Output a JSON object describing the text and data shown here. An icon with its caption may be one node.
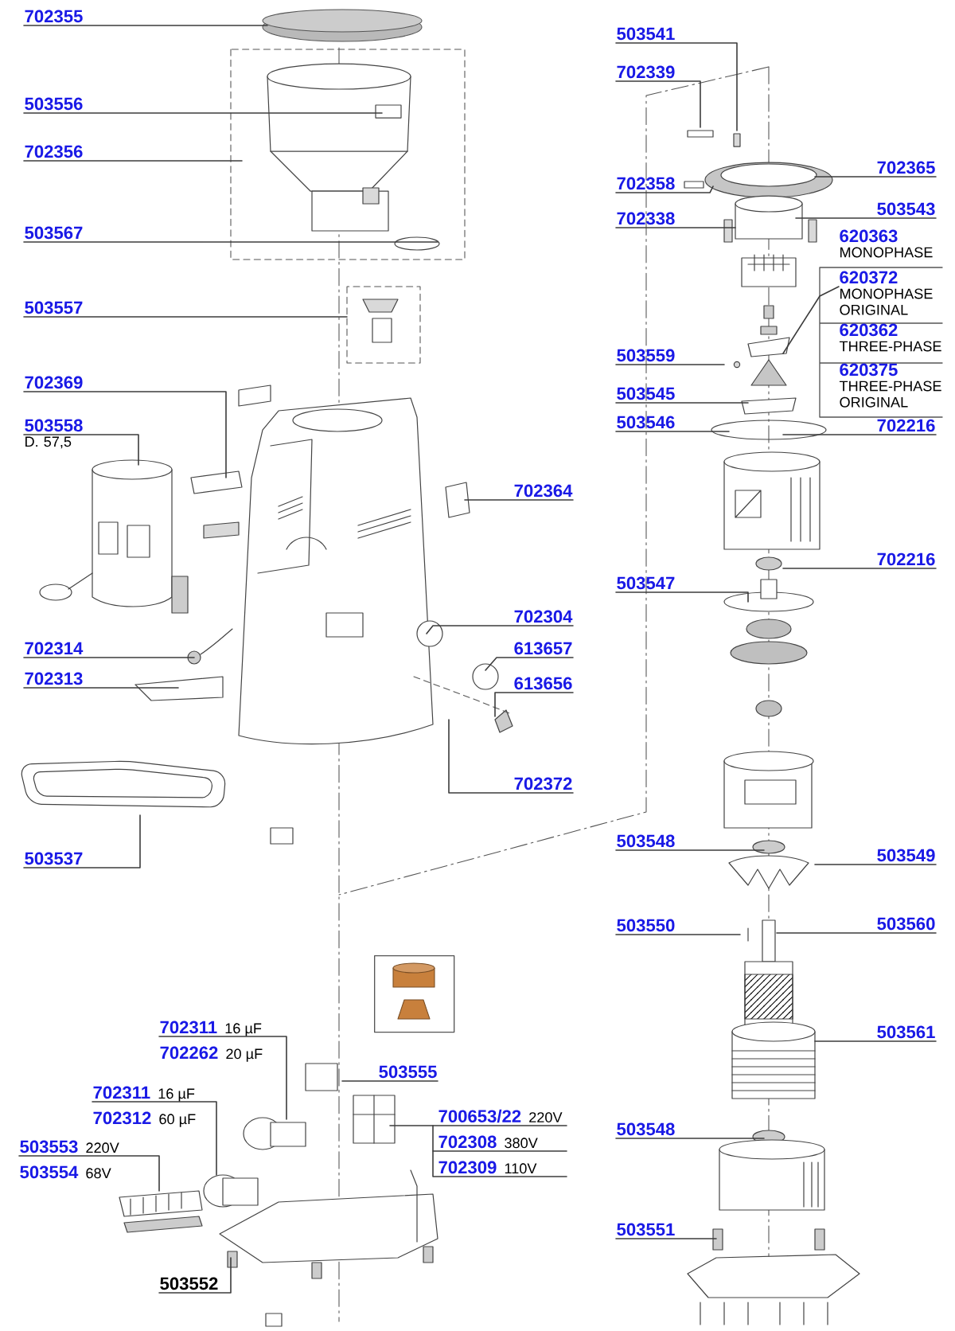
{
  "diagram": {
    "nodes": [
      {
        "text": [
          "702355"
        ]
      },
      {
        "text": [
          "503556"
        ]
      },
      {
        "text": [
          "702356"
        ]
      },
      {
        "text": [
          "503567"
        ]
      },
      {
        "text": [
          "503557"
        ]
      },
      {
        "text": [
          "702369"
        ]
      },
      {
        "text": [
          "503558"
        ],
        "beside": [
          "D. 57,5"
        ]
      },
      {
        "text": [
          "702314"
        ]
      },
      {
        "text": [
          "702313"
        ]
      },
      {
        "text": [
          "503537"
        ]
      },
      {
        "text": [
          "702364"
        ]
      },
      {
        "text": [
          "702304"
        ]
      },
      {
        "text": [
          "613657"
        ]
      },
      {
        "text": [
          "613656"
        ]
      },
      {
        "text": [
          "702372"
        ]
      },
      {
        "text": [
          "503541"
        ]
      },
      {
        "text": [
          "702339"
        ]
      },
      {
        "text": [
          "702358"
        ]
      },
      {
        "text": [
          "702338"
        ]
      },
      {
        "text": [
          "702365"
        ]
      },
      {
        "text": [
          "503543"
        ]
      },
      {
        "text": [
          "620363"
        ],
        "beside": [
          "MONOPHASE"
        ]
      },
      {
        "text": [
          "620372"
        ],
        "beside": [
          "MONOPHASE ORIGINAL"
        ]
      },
      {
        "text": [
          "620362"
        ],
        "beside": [
          "THREE-PHASE"
        ]
      },
      {
        "text": [
          "620375"
        ],
        "beside": [
          "THREE-PHASE ORIGINAL"
        ]
      },
      {
        "text": [
          "503559"
        ]
      },
      {
        "text": [
          "503545"
        ]
      },
      {
        "text": [
          "503546"
        ]
      },
      {
        "text": [
          "702216"
        ]
      },
      {
        "text": [
          "702216"
        ]
      },
      {
        "text": [
          "503547"
        ]
      },
      {
        "text": [
          "503548"
        ]
      },
      {
        "text": [
          "503549"
        ]
      },
      {
        "text": [
          "503550"
        ]
      },
      {
        "text": [
          "503560"
        ]
      },
      {
        "text": [
          "503561"
        ]
      },
      {
        "text": [
          "503548"
        ]
      },
      {
        "text": [
          "503551"
        ]
      },
      {
        "text": [
          "702311"
        ],
        "beside": [
          "16 µF"
        ]
      },
      {
        "text": [
          "702262"
        ],
        "beside": [
          "20 µF"
        ]
      },
      {
        "text": [
          "503555"
        ]
      },
      {
        "text": [
          "700653/22"
        ],
        "beside": [
          "220V"
        ]
      },
      {
        "text": [
          "702308"
        ],
        "beside": [
          "380V"
        ]
      },
      {
        "text": [
          "702309"
        ],
        "beside": [
          "110V"
        ]
      },
      {
        "text": [
          "702311"
        ],
        "beside": [
          "16 µF"
        ]
      },
      {
        "text": [
          "702312"
        ],
        "beside": [
          "60 µF"
        ]
      },
      {
        "text": [
          "503553"
        ],
        "beside": [
          "220V"
        ]
      },
      {
        "text": [
          "503554"
        ],
        "beside": [
          "68V"
        ]
      },
      {
        "text": [
          "503552"
        ]
      },
      {
        "text": [],
        "shape": "picture"
      }
    ],
    "edges": [
      {
        "from": 0,
        "to": null,
        "arrow": "none"
      },
      {
        "from": 1,
        "to": null,
        "arrow": "none"
      },
      {
        "from": 2,
        "to": null,
        "arrow": "none"
      },
      {
        "from": 3,
        "to": null,
        "arrow": "none"
      },
      {
        "from": 4,
        "to": null,
        "arrow": "none"
      },
      {
        "from": 5,
        "to": null,
        "arrow": "none"
      },
      {
        "from": 6,
        "to": null,
        "arrow": "none"
      },
      {
        "from": 7,
        "to": null,
        "arrow": "none"
      },
      {
        "from": 8,
        "to": null,
        "arrow": "none"
      },
      {
        "from": 9,
        "to": null,
        "arrow": "none"
      },
      {
        "from": 10,
        "to": null,
        "arrow": "none"
      },
      {
        "from": 11,
        "to": null,
        "arrow": "none"
      },
      {
        "from": 12,
        "to": null,
        "arrow": "none"
      },
      {
        "from": 13,
        "to": null,
        "arrow": "none"
      },
      {
        "from": 14,
        "to": null,
        "arrow": "none"
      },
      {
        "from": 15,
        "to": null,
        "arrow": "none"
      },
      {
        "from": 16,
        "to": null,
        "arrow": "none"
      },
      {
        "from": 17,
        "to": null,
        "arrow": "none"
      },
      {
        "from": 18,
        "to": null,
        "arrow": "none"
      },
      {
        "from": 19,
        "to": null,
        "arrow": "none"
      },
      {
        "from": 20,
        "to": null,
        "arrow": "none"
      },
      {
        "from": 22,
        "to": null,
        "arrow": "none"
      },
      {
        "from": 25,
        "to": null,
        "arrow": "none"
      },
      {
        "from": 26,
        "to": null,
        "arrow": "none"
      },
      {
        "from": 27,
        "to": null,
        "arrow": "none"
      },
      {
        "from": 28,
        "to": null,
        "arrow": "none"
      },
      {
        "from": 29,
        "to": null,
        "arrow": "none"
      },
      {
        "from": 30,
        "to": null,
        "arrow": "none"
      },
      {
        "from": 31,
        "to": null,
        "arrow": "none"
      },
      {
        "from": 32,
        "to": null,
        "arrow": "none"
      },
      {
        "from": 33,
        "to": null,
        "arrow": "none"
      },
      {
        "from": 34,
        "to": null,
        "arrow": "none"
      },
      {
        "from": 35,
        "to": null,
        "arrow": "none"
      },
      {
        "from": 36,
        "to": null,
        "arrow": "none"
      },
      {
        "from": 37,
        "to": null,
        "arrow": "none"
      },
      {
        "from": 38,
        "to": null,
        "arrow": "none"
      },
      {
        "from": 40,
        "to": null,
        "arrow": "none"
      },
      {
        "from": 41,
        "to": null,
        "arrow": "none"
      },
      {
        "from": 42,
        "to": null,
        "arrow": "none"
      },
      {
        "from": 43,
        "to": null,
        "arrow": "none"
      },
      {
        "from": 44,
        "to": null,
        "arrow": "none"
      },
      {
        "from": 46,
        "to": null,
        "arrow": "none"
      },
      {
        "from": 48,
        "to": null,
        "arrow": "none"
      }
    ]
  }
}
